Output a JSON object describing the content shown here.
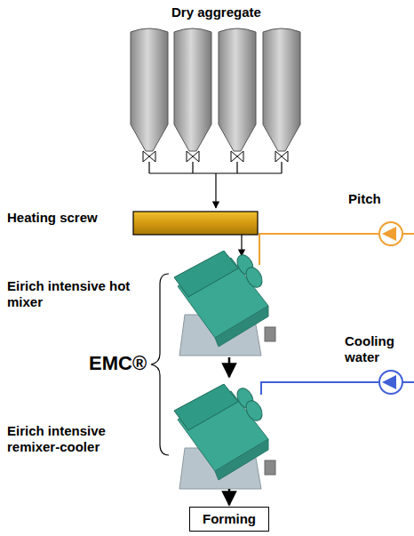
{
  "diagram": {
    "nodes": [
      {
        "text": [
          "Forming"
        ]
      }
    ],
    "labels": [
      "Dry aggregate",
      "Heating screw",
      "Pitch",
      "Eirich intensive hot mixer",
      "Cooling water",
      "EMC®",
      "Eirich intensive remixer-cooler"
    ]
  }
}
